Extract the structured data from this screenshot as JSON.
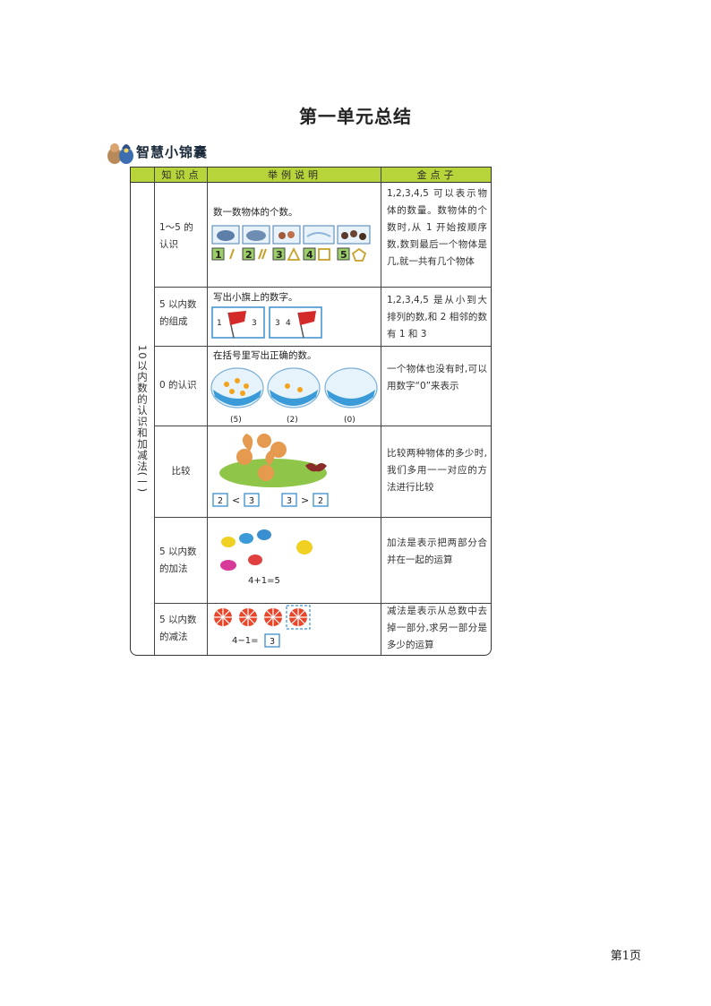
{
  "page": {
    "title": "第一单元总结",
    "banner": "智慧小锦囊",
    "footer": "第1页"
  },
  "table": {
    "headers": [
      "知识点",
      "举例说明",
      "金点子"
    ],
    "category": "10以内数的认识和加减法(一)",
    "rows": [
      {
        "topic": "1～5 的认识",
        "example": "数一数物体的个数。",
        "example_numbers": [
          "1",
          "2",
          "3",
          "4",
          "5"
        ],
        "tip": "1,2,3,4,5 可以表示物体的数量。数物体的个数时,从 1 开始按顺序数,数到最后一个物体是几,就一共有几个物体"
      },
      {
        "topic": "5 以内数的组成",
        "example": "写出小旗上的数字。",
        "flag_left": [
          "1",
          "3"
        ],
        "flag_right": [
          "3",
          "4"
        ],
        "tip": "1,2,3,4,5 是从小到大排列的数,和 2 相邻的数有 1 和 3"
      },
      {
        "topic": "0 的认识",
        "example": "在括号里写出正确的数。",
        "bowl_labels": [
          "(5)",
          "(2)",
          "(0)"
        ],
        "tip": "一个物体也没有时,可以用数字“0”来表示"
      },
      {
        "topic": "比较",
        "compare": [
          [
            "2",
            "<",
            "3"
          ],
          [
            "3",
            ">",
            "2"
          ]
        ],
        "tip": "比较两种物体的多少时,我们多用一一对应的方法进行比较"
      },
      {
        "topic": "5 以内数的加法",
        "equation": "4+1=5",
        "tip": "加法是表示把两部分合并在一起的运算"
      },
      {
        "topic": "5 以内数的减法",
        "equation": "4−1=",
        "answer": "3",
        "tip": "减法是表示从总数中去掉一部分,求另一部分是多少的运算"
      }
    ]
  },
  "colors": {
    "header": "#b7d43a",
    "accent_box": "#3a8fd0",
    "flag": "#d42a2a",
    "flower": "#e8462a"
  }
}
